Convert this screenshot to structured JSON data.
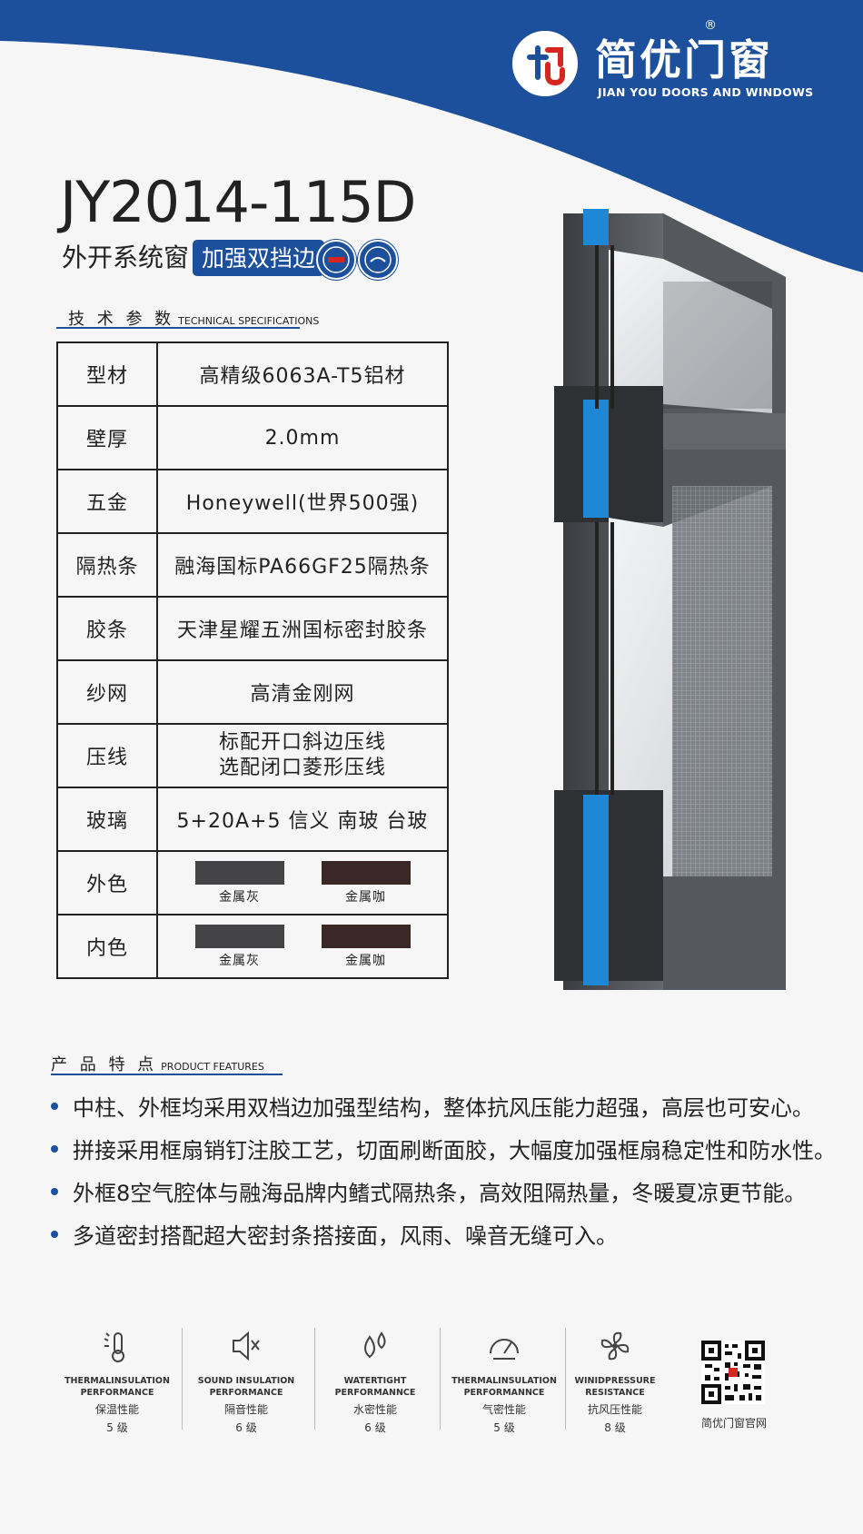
{
  "brand": {
    "name": "简优门窗",
    "registered": "®",
    "english": "JIAN YOU DOORS AND WINDOWS",
    "colors": {
      "primary": "#1c4f9c",
      "accent_red": "#d6261f"
    }
  },
  "product": {
    "model": "JY2014-115D",
    "subtitle": "外开系统窗",
    "badge": "加强双挡边"
  },
  "specs": {
    "title": "技 术 参 数",
    "title_en": "TECHNICAL SPECIFICATIONS",
    "rows": [
      {
        "key": "型材",
        "value": "高精级6063A-T5铝材"
      },
      {
        "key": "壁厚",
        "value": "2.0mm"
      },
      {
        "key": "五金",
        "value": "Honeywell(世界500强)"
      },
      {
        "key": "隔热条",
        "value": "融海国标PA66GF25隔热条"
      },
      {
        "key": "胶条",
        "value": "天津星耀五洲国标密封胶条"
      },
      {
        "key": "纱网",
        "value": "高清金刚网"
      },
      {
        "key": "压线",
        "value_lines": [
          "标配开口斜边压线",
          "选配闭口菱形压线"
        ]
      },
      {
        "key": "玻璃",
        "value": "5+20A+5 信义 南玻 台玻"
      },
      {
        "key": "外色",
        "swatches": [
          {
            "name": "金属灰",
            "color": "#444446"
          },
          {
            "name": "金属咖",
            "color": "#3a2826"
          }
        ]
      },
      {
        "key": "内色",
        "swatches": [
          {
            "name": "金属灰",
            "color": "#444446"
          },
          {
            "name": "金属咖",
            "color": "#3a2826"
          }
        ]
      }
    ]
  },
  "features": {
    "title": "产 品 特 点",
    "title_en": "PRODUCT FEATURES",
    "items": [
      "中柱、外框均采用双档边加强型结构，整体抗风压能力超强，高层也可安心。",
      "拼接采用框扇销钉注胶工艺，切面刷断面胶，大幅度加强框扇稳定性和防水性。",
      "外框8空气腔体与融海品牌内鳍式隔热条，高效阻隔热量，冬暖夏凉更节能。",
      "多道密封搭配超大密封条搭接面，风雨、噪音无缝可入。"
    ]
  },
  "performance": [
    {
      "icon": "thermometer-sun-icon",
      "en1": "THERMALINSULATION",
      "en2": "PERFORMANCE",
      "zh": "保温性能",
      "level": "5 级"
    },
    {
      "icon": "speaker-mute-icon",
      "en1": "SOUND INSULATION",
      "en2": "PERFORMANCE",
      "zh": "隔音性能",
      "level": "6 级"
    },
    {
      "icon": "water-drops-icon",
      "en1": "WATERTIGHT",
      "en2": "PERFORMANNCE",
      "zh": "水密性能",
      "level": "6 级"
    },
    {
      "icon": "gauge-icon",
      "en1": "THERMALINSULATION",
      "en2": "PERFORMANNCE",
      "zh": "气密性能",
      "level": "5 级"
    },
    {
      "icon": "fan-icon",
      "en1": "WINIDPRESSURE",
      "en2": "RESISTANCE",
      "zh": "抗风压性能",
      "level": "8 级"
    }
  ],
  "qr": {
    "label": "简优门窗官网"
  }
}
